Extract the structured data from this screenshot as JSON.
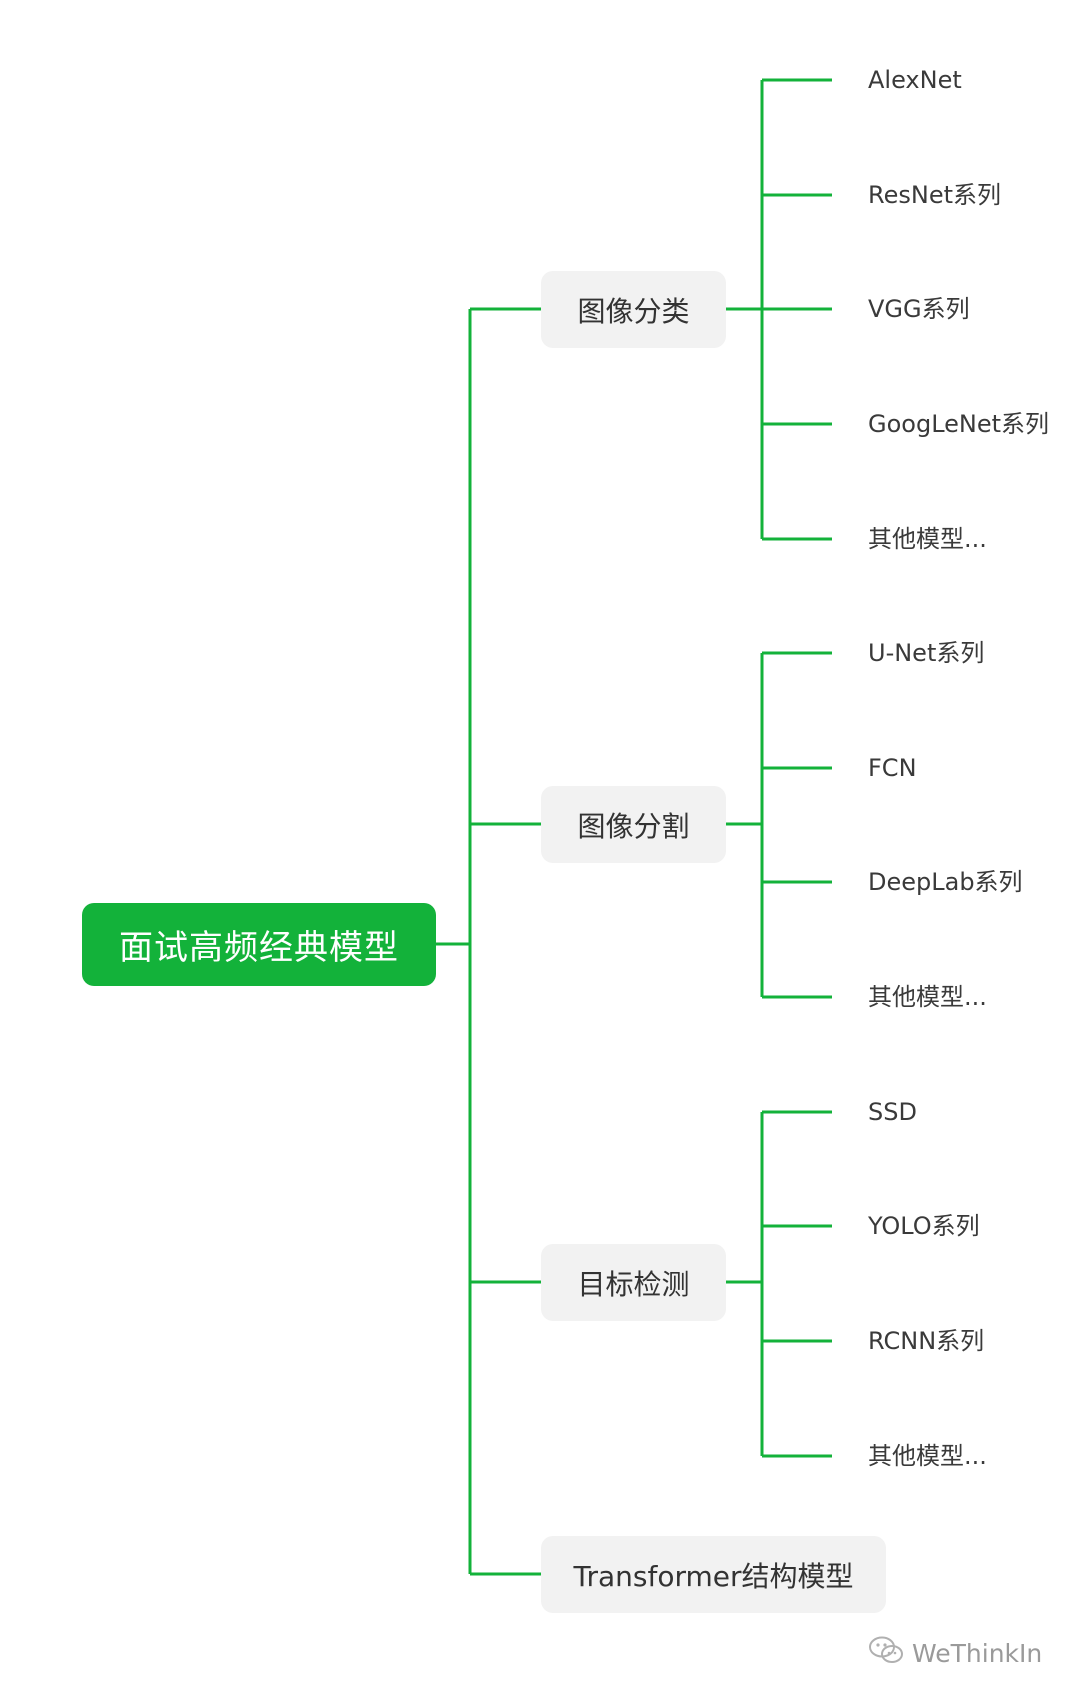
{
  "root": {
    "label": "面试高频经典模型"
  },
  "branches": [
    {
      "label": "图像分类",
      "leaves": [
        "AlexNet",
        "ResNet系列",
        "VGG系列",
        "GoogLeNet系列",
        "其他模型..."
      ]
    },
    {
      "label": "图像分割",
      "leaves": [
        "U-Net系列",
        "FCN",
        "DeepLab系列",
        "其他模型..."
      ]
    },
    {
      "label": "目标检测",
      "leaves": [
        "SSD",
        "YOLO系列",
        "RCNN系列",
        "其他模型..."
      ]
    },
    {
      "label": "Transformer结构模型",
      "leaves": []
    }
  ],
  "watermark": {
    "label": "WeThinkIn",
    "icon": "wechat-icon"
  },
  "colors": {
    "accent": "#13b23a",
    "node_bg": "#f2f2f2",
    "text": "#333333"
  }
}
